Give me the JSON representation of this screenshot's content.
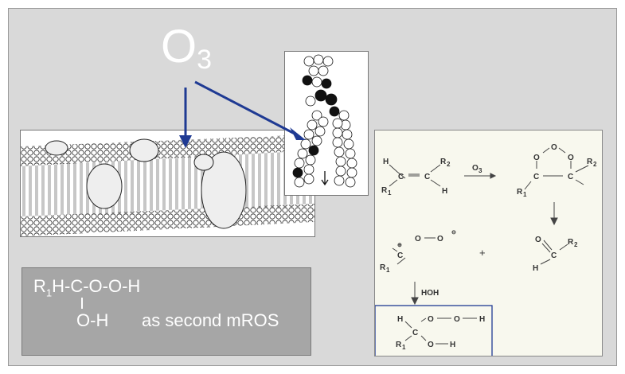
{
  "ozone": {
    "symbol": "O",
    "subscript": "3"
  },
  "colors": {
    "arrow": "#1f3a93",
    "slide_bg": "#d9d9d9",
    "formula_box": "#a6a6a6",
    "chem_panel_bg": "#f8f8ee",
    "highlight_box": "#1f3a93"
  },
  "formula_box": {
    "line1_r": "R",
    "line1_sub": "1",
    "line1_rest": "H-C-O-O-H",
    "line2": "O-H",
    "caption": "as second mROS"
  },
  "chem": {
    "H": "H",
    "C": "C",
    "R": "R",
    "O": "O",
    "eq": "=",
    "dash": "–",
    "sub1": "1",
    "sub2": "2",
    "reagent": "O",
    "reagent_sub": "3",
    "plus": "+",
    "water": "HOH",
    "minus_charge": "⊖",
    "plus_charge": "⊕"
  }
}
